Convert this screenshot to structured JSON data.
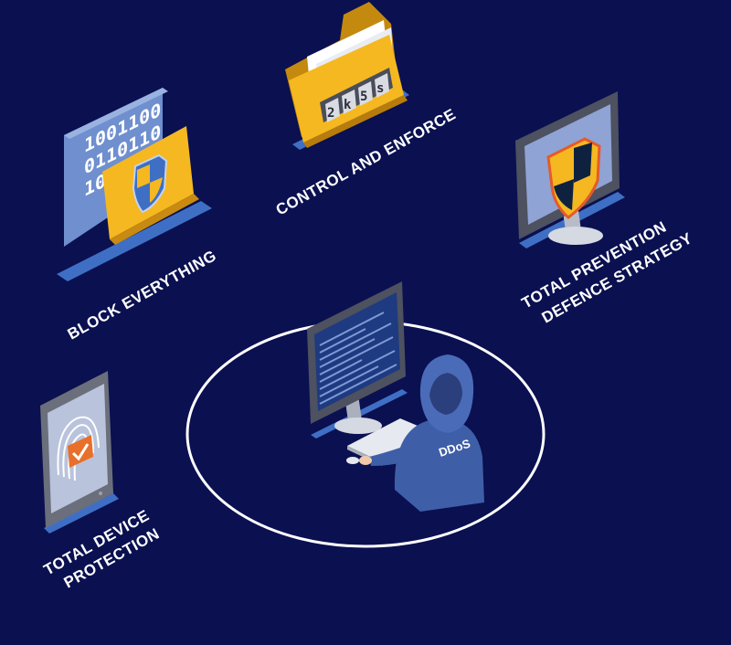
{
  "labels": {
    "block_everything": "BLOCK EVERYTHING",
    "control_enforce": "CONTROL AND ENFORCE",
    "total_prevention_line1": "TOTAL PREVENTION",
    "total_prevention_line2": "DEFENCE STRATEGY",
    "device_protection_line1": "TOTAL DEVICE",
    "device_protection_line2": "PROTECTION"
  },
  "binary_lines": [
    "1001100",
    "0110110",
    "10"
  ],
  "lock_code": [
    "2",
    "k",
    "5",
    "s"
  ],
  "hacker_badge": "DDoS",
  "colors": {
    "background": "#0a1050",
    "accent_yellow": "#f5b820",
    "accent_blue": "#3f6fc4",
    "screen_blue": "#1e3a80",
    "ring": "#ffffff",
    "device_gray": "#6b6f7c"
  },
  "icons": [
    "binary-document-icon",
    "shield-icon",
    "locked-folder-icon",
    "monitor-shield-icon",
    "phone-fingerprint-icon",
    "hacker-workstation-icon"
  ]
}
